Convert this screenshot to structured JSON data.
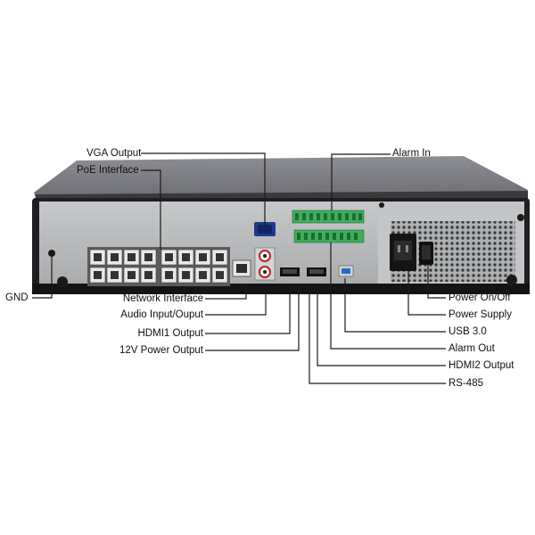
{
  "labels": {
    "vga_output": "VGA Output",
    "poe_interface": "PoE Interface",
    "alarm_in": "Alarm In",
    "gnd": "GND",
    "network_interface": "Network Interface",
    "audio_io": "Audio Input/Ouput",
    "hdmi1_output": "HDMI1 Output",
    "power_12v": "12V Power Output",
    "power_onoff": "Power On/Off",
    "power_supply": "Power Supply",
    "usb3": "USB 3.0",
    "alarm_out": "Alarm Out",
    "hdmi2_output": "HDMI2 Output",
    "rs485": "RS-485"
  },
  "colors": {
    "chassis_top": "#7c7d82",
    "chassis_front": "#2a2a2c",
    "back_panel": "#b9bbbd",
    "terminal_green": "#3fae5a",
    "usb_blue": "#2b69c9",
    "leader_line": "#1b1b1b"
  }
}
